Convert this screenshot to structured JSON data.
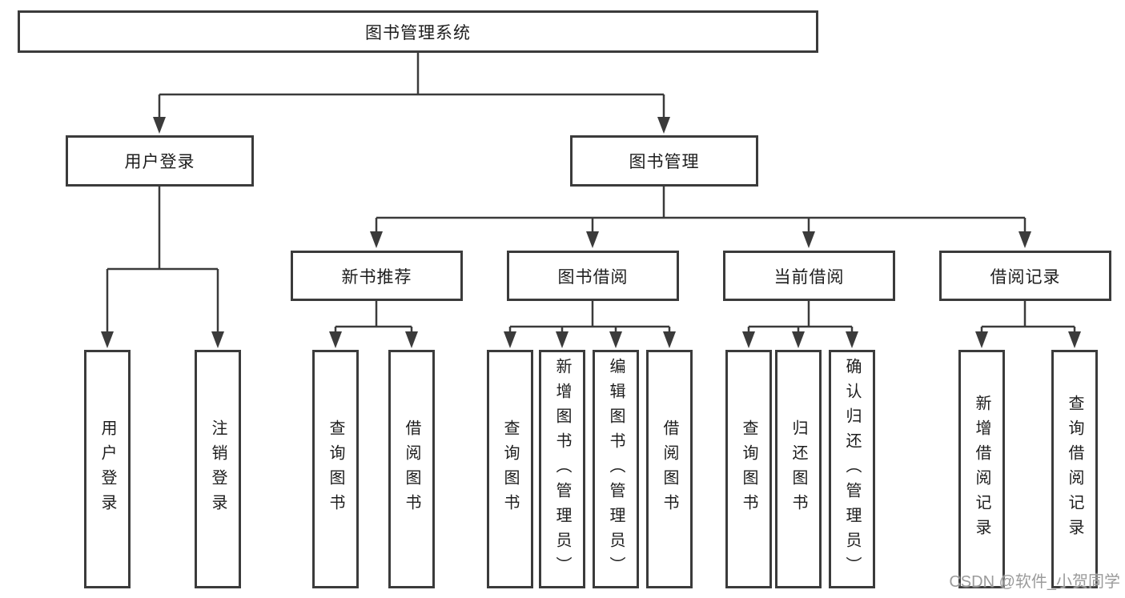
{
  "tree": {
    "label": "图书管理系统",
    "children": [
      {
        "label": "用户登录",
        "children": [
          {
            "label": "用户登录"
          },
          {
            "label": "注销登录"
          }
        ]
      },
      {
        "label": "图书管理",
        "children": [
          {
            "label": "新书推荐",
            "children": [
              {
                "label": "查询图书"
              },
              {
                "label": "借阅图书"
              }
            ]
          },
          {
            "label": "图书借阅",
            "children": [
              {
                "label": "查询图书"
              },
              {
                "label": "新增图书（管理员）"
              },
              {
                "label": "编辑图书（管理员）"
              },
              {
                "label": "借阅图书"
              }
            ]
          },
          {
            "label": "当前借阅",
            "children": [
              {
                "label": "查询图书"
              },
              {
                "label": "归还图书"
              },
              {
                "label": "确认归还（管理员）"
              }
            ]
          },
          {
            "label": "借阅记录",
            "children": [
              {
                "label": "新增借阅记录"
              },
              {
                "label": "查询借阅记录"
              }
            ]
          }
        ]
      }
    ]
  },
  "watermark": {
    "text": "CSDN @软件_小贺同学"
  },
  "colors": {
    "line": "#3b3b3b",
    "box_border": "#3b3b3b",
    "text": "#1d1d1d",
    "watermark": "#9b9b9b",
    "background": "#ffffff"
  }
}
